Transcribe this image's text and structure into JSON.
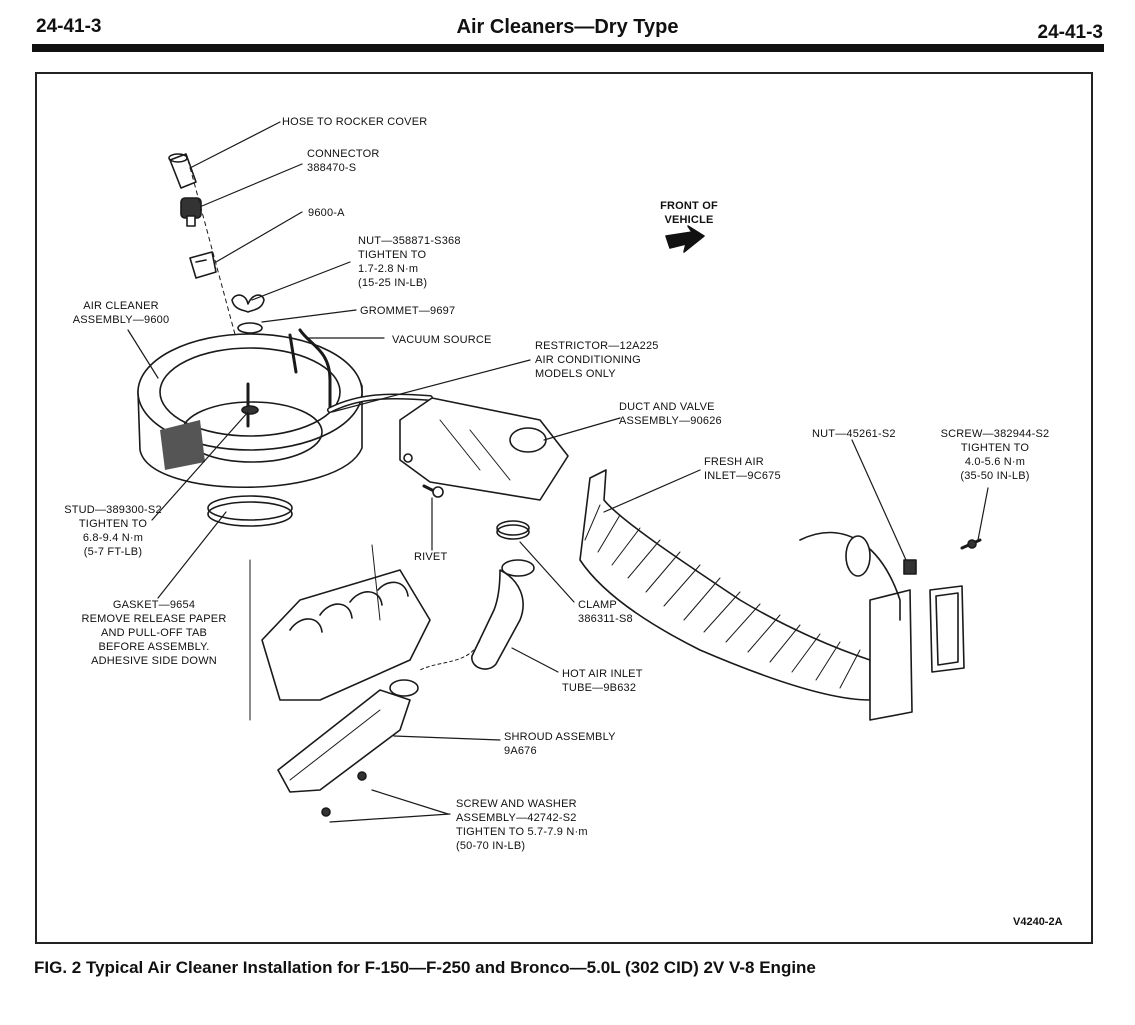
{
  "header": {
    "page_left": "24-41-3",
    "title": "Air Cleaners—Dry Type",
    "page_right": "24-41-3"
  },
  "labels": {
    "hose": "HOSE TO ROCKER COVER",
    "connector": "CONNECTOR\n388470-S",
    "part_9600a": "9600-A",
    "nut_wing": "NUT—358871-S368\nTIGHTEN TO\n1.7-2.8 N·m\n(15-25 IN-LB)",
    "air_cleaner": "AIR CLEANER\nASSEMBLY—9600",
    "grommet": "GROMMET—9697",
    "vacuum": "VACUUM SOURCE",
    "restrictor": "RESTRICTOR—12A225\nAIR CONDITIONING\nMODELS ONLY",
    "front": "FRONT OF\nVEHICLE",
    "duct_valve": "DUCT AND VALVE\nASSEMBLY—90626",
    "nut_45261": "NUT—45261-S2",
    "screw_382944": "SCREW—382944-S2\nTIGHTEN TO\n4.0-5.6 N·m\n(35-50 IN-LB)",
    "fresh_air": "FRESH AIR\nINLET—9C675",
    "stud": "STUD—389300-S2\nTIGHTEN TO\n6.8-9.4 N·m\n(5-7 FT-LB)",
    "rivet": "RIVET",
    "gasket": "GASKET—9654\nREMOVE RELEASE PAPER\nAND PULL-OFF TAB\nBEFORE ASSEMBLY.\nADHESIVE SIDE DOWN",
    "clamp": "CLAMP\n386311-S8",
    "hot_air": "HOT AIR INLET\nTUBE—9B632",
    "shroud": "SHROUD ASSEMBLY\n9A676",
    "screw_washer": "SCREW AND WASHER\nASSEMBLY—42742-S2\nTIGHTEN TO 5.7-7.9 N·m\n(50-70 IN-LB)"
  },
  "figure_id": "V4240-2A",
  "caption": "FIG. 2  Typical Air Cleaner Installation for F-150—F-250 and Bronco—5.0L (302 CID) 2V V-8 Engine"
}
